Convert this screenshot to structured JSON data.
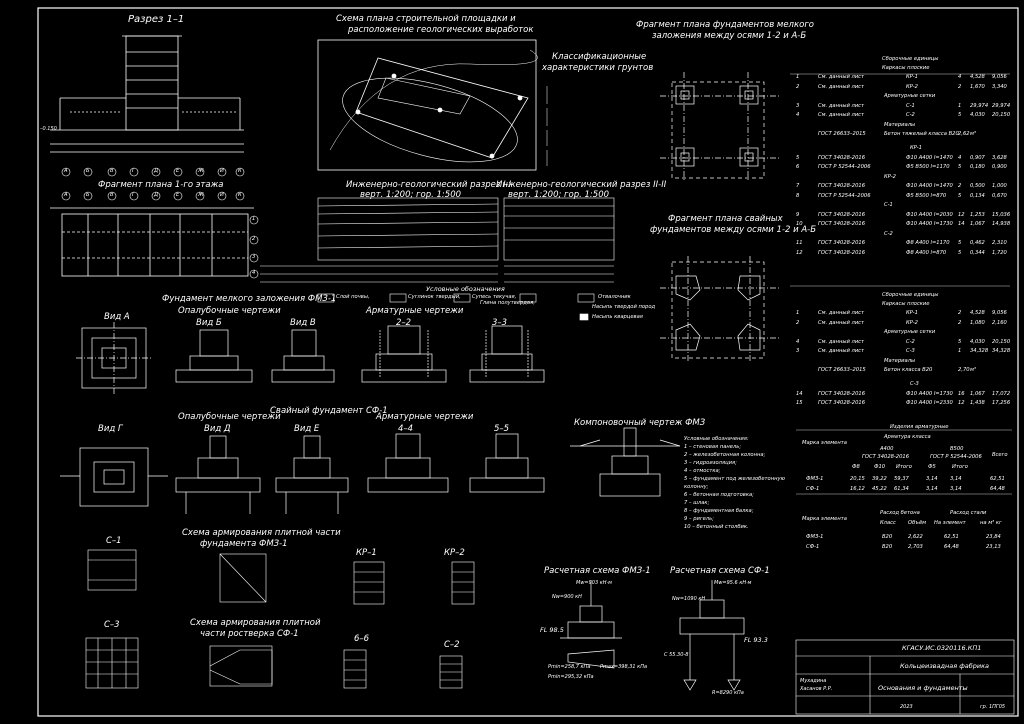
{
  "titles": {
    "section11": "Разрез 1–1",
    "site_plan_l1": "Схема плана строительной площадки и",
    "site_plan_l2": "расположение геологических выработок",
    "foundation_plan_l1": "Фрагмент плана фундаментов мелкого",
    "foundation_plan_l2": "заложения между осями 1-2 и А-Б",
    "soil_char_l1": "Классификационные",
    "soil_char_l2": "характеристики грунтов",
    "floor_plan": "Фрагмент плана 1-го этажа",
    "geo_section1_l1": "Инженерно-геологический разрез I-I",
    "geo_section1_l2": "верт. 1:200; гор. 1:500",
    "geo_section2_l1": "Инженерно-геологический разрез II-II",
    "geo_section2_l2": "верт. 1:200; гор. 1:500",
    "pile_plan_l1": "Фрагмент плана свайных",
    "pile_plan_l2": "фундаментов между осями 1-2 и А-Б",
    "fmz_heading": "Фундамент мелкого заложения ФМЗ-1",
    "formwork1": "Опалубочные чертежи",
    "legend_heading": "Условные обозначения",
    "view_a": "Вид А",
    "view_b": "Вид Б",
    "view_v": "Вид В",
    "rebar1": "Арматурные чертежи",
    "s22": "2–2",
    "s33": "3–3",
    "formwork2": "Опалубочные чертежи",
    "pile_found": "Свайный фундамент СФ-1",
    "rebar2": "Арматурные чертежи",
    "layout_fmz": "Компоновочный чертеж ФМЗ",
    "view_g": "Вид Г",
    "view_d": "Вид Д",
    "view_e": "Вид Е",
    "s44": "4–4",
    "s55": "5–5",
    "rein_fmz_l1": "Схема армирования плитной части",
    "rein_fmz_l2": "фундамента ФМЗ-1",
    "rein_sf_l1": "Схема армирования плитной",
    "rein_sf_l2": "части ростверка СФ-1",
    "c1": "С–1",
    "c3": "С–3",
    "c2": "С–2",
    "kr1": "КР–1",
    "kr2": "КР–2",
    "s66": "6–6",
    "calc_fmz": "Расчетная схема ФМЗ-1",
    "calc_sf": "Расчетная схема СФ-1"
  },
  "legend_items": [
    "Условные обозначения:",
    "1 – стеновая панель;",
    "2 – железобетонная колонна;",
    "3 – гидроизоляция;",
    "4 – отмостка;",
    "5 – фундамент под железобетонную",
    "    колонну;",
    "6 – бетонная подготовка;",
    "7 – шлак;",
    "8 – фундаментная балка;",
    "9 – ригель;",
    "10 – бетонный столбик."
  ],
  "soil_legend": [
    "Слой почвы,",
    "Суглинок твердый,",
    "Супесь текучая,",
    "Глина полутвердая,",
    "Отвалочник",
    "Насыпь кварцевая",
    "Насыпь твердой пород"
  ],
  "spec1": {
    "group1": "Сборочные единицы",
    "group1b": "Каркасы плоские",
    "rows": [
      {
        "n": "1",
        "doc": "См. данный лист",
        "name": "КР-1",
        "q": "4",
        "m": "4,528",
        "t": "9,056"
      },
      {
        "n": "2",
        "doc": "См. данный лист",
        "name": "КР-2",
        "q": "2",
        "m": "1,670",
        "t": "3,340"
      },
      {
        "n": "",
        "doc": "",
        "name": "Арматурные сетки",
        "q": "",
        "m": "",
        "t": ""
      },
      {
        "n": "3",
        "doc": "См. данный лист",
        "name": "С-1",
        "q": "1",
        "m": "29,974",
        "t": "29,974"
      },
      {
        "n": "4",
        "doc": "См. данный лист",
        "name": "С-2",
        "q": "5",
        "m": "4,030",
        "t": "20,150"
      },
      {
        "n": "",
        "doc": "",
        "name": "Материалы",
        "q": "",
        "m": "",
        "t": ""
      },
      {
        "n": "",
        "doc": "ГОСТ 26633–2015",
        "name": "Бетон тяжелый класса B20",
        "q": "2,62",
        "m": "м³",
        "t": ""
      }
    ],
    "kr1": "КР-1",
    "rows2": [
      {
        "n": "5",
        "doc": "ГОСТ 34028-2016",
        "name": "Ф10 A400 l=1470",
        "q": "4",
        "m": "0,907",
        "t": "3,628"
      },
      {
        "n": "6",
        "doc": "ГОСТ Р 52544–2006",
        "name": "Ф5 B500 l=1170",
        "q": "5",
        "m": "0,180",
        "t": "0,900"
      },
      {
        "n": "",
        "doc": "",
        "name": "КР-2",
        "q": "",
        "m": "",
        "t": ""
      },
      {
        "n": "7",
        "doc": "ГОСТ 34028-2016",
        "name": "Ф10 A400 l=1470",
        "q": "2",
        "m": "0,500",
        "t": "1,000"
      },
      {
        "n": "8",
        "doc": "ГОСТ Р 52544–2006",
        "name": "Ф5 B500 l=870",
        "q": "5",
        "m": "0,134",
        "t": "0,670"
      },
      {
        "n": "",
        "doc": "",
        "name": "С-1",
        "q": "",
        "m": "",
        "t": ""
      },
      {
        "n": "9",
        "doc": "ГОСТ 34028-2016",
        "name": "Ф10 A400 l=2030",
        "q": "12",
        "m": "1,253",
        "t": "15,036"
      },
      {
        "n": "10",
        "doc": "ГОСТ 34028-2016",
        "name": "Ф10 A400 l=1730",
        "q": "14",
        "m": "1,067",
        "t": "14,938"
      },
      {
        "n": "",
        "doc": "",
        "name": "С-2",
        "q": "",
        "m": "",
        "t": ""
      },
      {
        "n": "11",
        "doc": "ГОСТ 34028-2016",
        "name": "Ф8 A400 l=1170",
        "q": "5",
        "m": "0,462",
        "t": "2,310"
      },
      {
        "n": "12",
        "doc": "ГОСТ 34028-2016",
        "name": "Ф8 A400 l=870",
        "q": "5",
        "m": "0,344",
        "t": "1,720"
      }
    ]
  },
  "spec2": {
    "group1": "Сборочные единицы",
    "group1b": "Каркасы плоские",
    "rows": [
      {
        "n": "1",
        "doc": "См. данный лист",
        "name": "КР-1",
        "q": "2",
        "m": "4,528",
        "t": "9,056"
      },
      {
        "n": "2",
        "doc": "См. данный лист",
        "name": "КР-2",
        "q": "2",
        "m": "1,080",
        "t": "2,160"
      },
      {
        "n": "",
        "doc": "",
        "name": "Арматурные сетки",
        "q": "",
        "m": "",
        "t": ""
      },
      {
        "n": "4",
        "doc": "См. данный лист",
        "name": "С-2",
        "q": "5",
        "m": "4,030",
        "t": "20,150"
      },
      {
        "n": "3",
        "doc": "См. данный лист",
        "name": "С-3",
        "q": "1",
        "m": "34,328",
        "t": "34,328"
      },
      {
        "n": "",
        "doc": "",
        "name": "Материалы",
        "q": "",
        "m": "",
        "t": ""
      },
      {
        "n": "",
        "doc": "ГОСТ 26633–2015",
        "name": "Бетон класса B20",
        "q": "2,70",
        "m": "м³",
        "t": ""
      }
    ],
    "c3": "С-3",
    "rows2": [
      {
        "n": "14",
        "doc": "ГОСТ 34028-2016",
        "name": "Ф10 A400 l=1730",
        "q": "16",
        "m": "1,067",
        "t": "17,072"
      },
      {
        "n": "15",
        "doc": "ГОСТ 34028-2016",
        "name": "Ф10 A400 l=2330",
        "q": "12",
        "m": "1,438",
        "t": "17,256"
      }
    ]
  },
  "rebar_table": {
    "h_products": "Изделия арматурные",
    "h_class": "Арматура класса",
    "h_element": "Марка элемента",
    "h_a400": "A400",
    "h_b500": "B500",
    "h_gost1": "ГОСТ 34028-2016",
    "h_gost2": "ГОСТ Р 52544-2006",
    "h_total": "Всего",
    "cols": [
      "Ф8",
      "Ф10",
      "Итого",
      "Ф5",
      "Итого"
    ],
    "rows": [
      {
        "name": "ФМЗ-1",
        "v": [
          "20,15",
          "39,22",
          "59,37",
          "3,14",
          "3,14",
          "62,51"
        ]
      },
      {
        "name": "СФ-1",
        "v": [
          "16,12",
          "45,22",
          "61,34",
          "3,14",
          "3,14",
          "64,48"
        ]
      }
    ]
  },
  "concrete_table": {
    "h_element": "Марка элемента",
    "h_concrete": "Расход бетона",
    "h_steel": "Расход стали",
    "h_class": "Класс",
    "h_volume": "Объём",
    "h_per_el": "На элемент",
    "h_per_m3": "на м³ кг",
    "rows": [
      {
        "name": "ФМЗ-1",
        "cls": "B20",
        "vol": "2,622",
        "el": "62,51",
        "m3": "23,84"
      },
      {
        "name": "СФ-1",
        "cls": "B20",
        "vol": "2,703",
        "el": "64,48",
        "m3": "23,13"
      }
    ]
  },
  "stamp": {
    "code": "КГАСУ.ИС.0320116.КП1",
    "object": "Кольцеизвадная фабрика",
    "sheet_title": "Основания и фундаменты",
    "author": "Мухадина",
    "checker": "Хасанов Р.Р.",
    "year": "2023",
    "group": "гр. 1ПГ05"
  },
  "axes_row": [
    "А",
    "Б",
    "В",
    "Г",
    "Д",
    "Е",
    "Ж",
    "И",
    "К"
  ],
  "axes_col": [
    "1",
    "2",
    "3",
    "4"
  ],
  "labels": {
    "elev_m050": "–0.150",
    "mw": "Mw=903 кН·м",
    "nw": "Nw=900 кН",
    "mw2": "Mw=95.6 кН·м",
    "nw2": "Nw=1090 кН",
    "fl985": "FL 98.5",
    "fl933": "FL 93.3",
    "pmax1": "Pmax=398,31 кПа",
    "pmin1": "Pmin=295,32 кПа",
    "pmin2": "Pmin=258,7 кПа",
    "r8290": "R=8290 кПа",
    "c553": "С 55.30-8"
  }
}
